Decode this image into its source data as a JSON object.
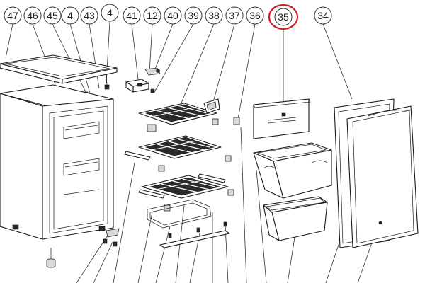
{
  "diagram": {
    "callouts": [
      "47",
      "46",
      "45",
      "4",
      "43",
      "4",
      "41",
      "12",
      "40",
      "39",
      "38",
      "37",
      "36",
      "35",
      "34"
    ],
    "highlighted_callout": "35",
    "highlight_color": "#cc2222"
  }
}
